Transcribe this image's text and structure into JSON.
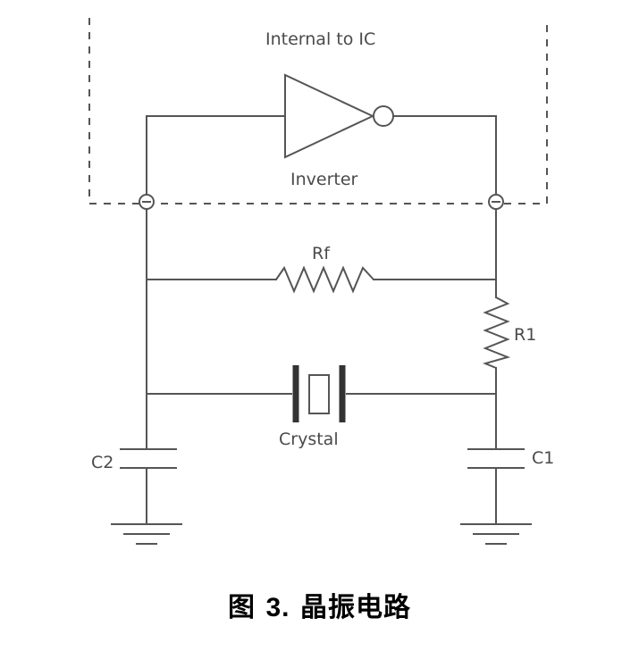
{
  "diagram": {
    "ic_boundary_label": "Internal to IC",
    "inverter_label": "Inverter",
    "feedback_resistor_label": "Rf",
    "series_resistor_label": "R1",
    "crystal_label": "Crystal",
    "cap_left_label": "C2",
    "cap_right_label": "C1"
  },
  "caption": {
    "prefix": "图",
    "number": "3.",
    "title": "晶振电路"
  }
}
